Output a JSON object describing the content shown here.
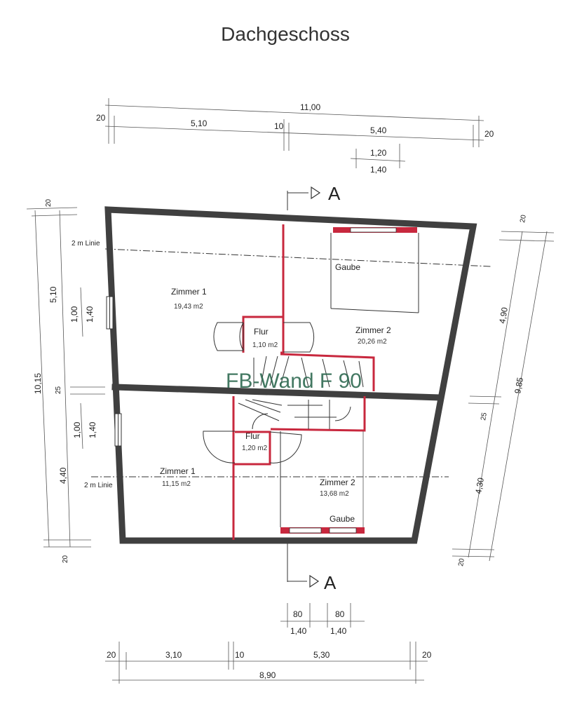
{
  "title": "Dachgeschoss",
  "section_marker": "A",
  "two_m_line": "2 m Linie",
  "stamp_text": "FB-Wand F 90",
  "rooms": {
    "upper_zimmer1": {
      "name": "Zimmer 1",
      "area": "19,43 m2"
    },
    "upper_zimmer2": {
      "name": "Zimmer 2",
      "area": "20,26 m2"
    },
    "upper_flur": {
      "name": "Flur",
      "area": "1,10 m2"
    },
    "upper_gaube": {
      "name": "Gaube"
    },
    "lower_zimmer1": {
      "name": "Zimmer 1",
      "area": "11,15 m2"
    },
    "lower_zimmer2": {
      "name": "Zimmer 2",
      "area": "13,68 m2"
    },
    "lower_flur": {
      "name": "Flur",
      "area": "1,20 m2"
    },
    "lower_gaube": {
      "name": "Gaube"
    }
  },
  "dimensions": {
    "top_total": "11,00",
    "top_left_wall": "20",
    "top_seg1": "5,10",
    "top_mid_wall": "10",
    "top_seg2": "5,40",
    "top_right_wall": "20",
    "dormer_window": "1,20",
    "dormer_opening": "1,40",
    "left_total": "10,15",
    "left_top_wall": "20",
    "left_seg1": "5,10",
    "left_window1": "1,00",
    "left_window1_open": "1,40",
    "left_mid_wall": "25",
    "left_window2": "1,00",
    "left_window2_open": "1,40",
    "left_seg2": "4,40",
    "left_bottom_wall": "20",
    "right_total": "9,85",
    "right_top_wall": "20",
    "right_seg1": "4,90",
    "right_mid_wall": "25",
    "right_seg2": "4,30",
    "right_bottom_wall": "20",
    "bottom_window1": "80",
    "bottom_window1_open": "1,40",
    "bottom_window2": "80",
    "bottom_window2_open": "1,40",
    "bottom_left_wall": "20",
    "bottom_seg1": "3,10",
    "bottom_mid_wall": "10",
    "bottom_seg2": "5,30",
    "bottom_right_wall": "20",
    "bottom_total": "8,90"
  }
}
